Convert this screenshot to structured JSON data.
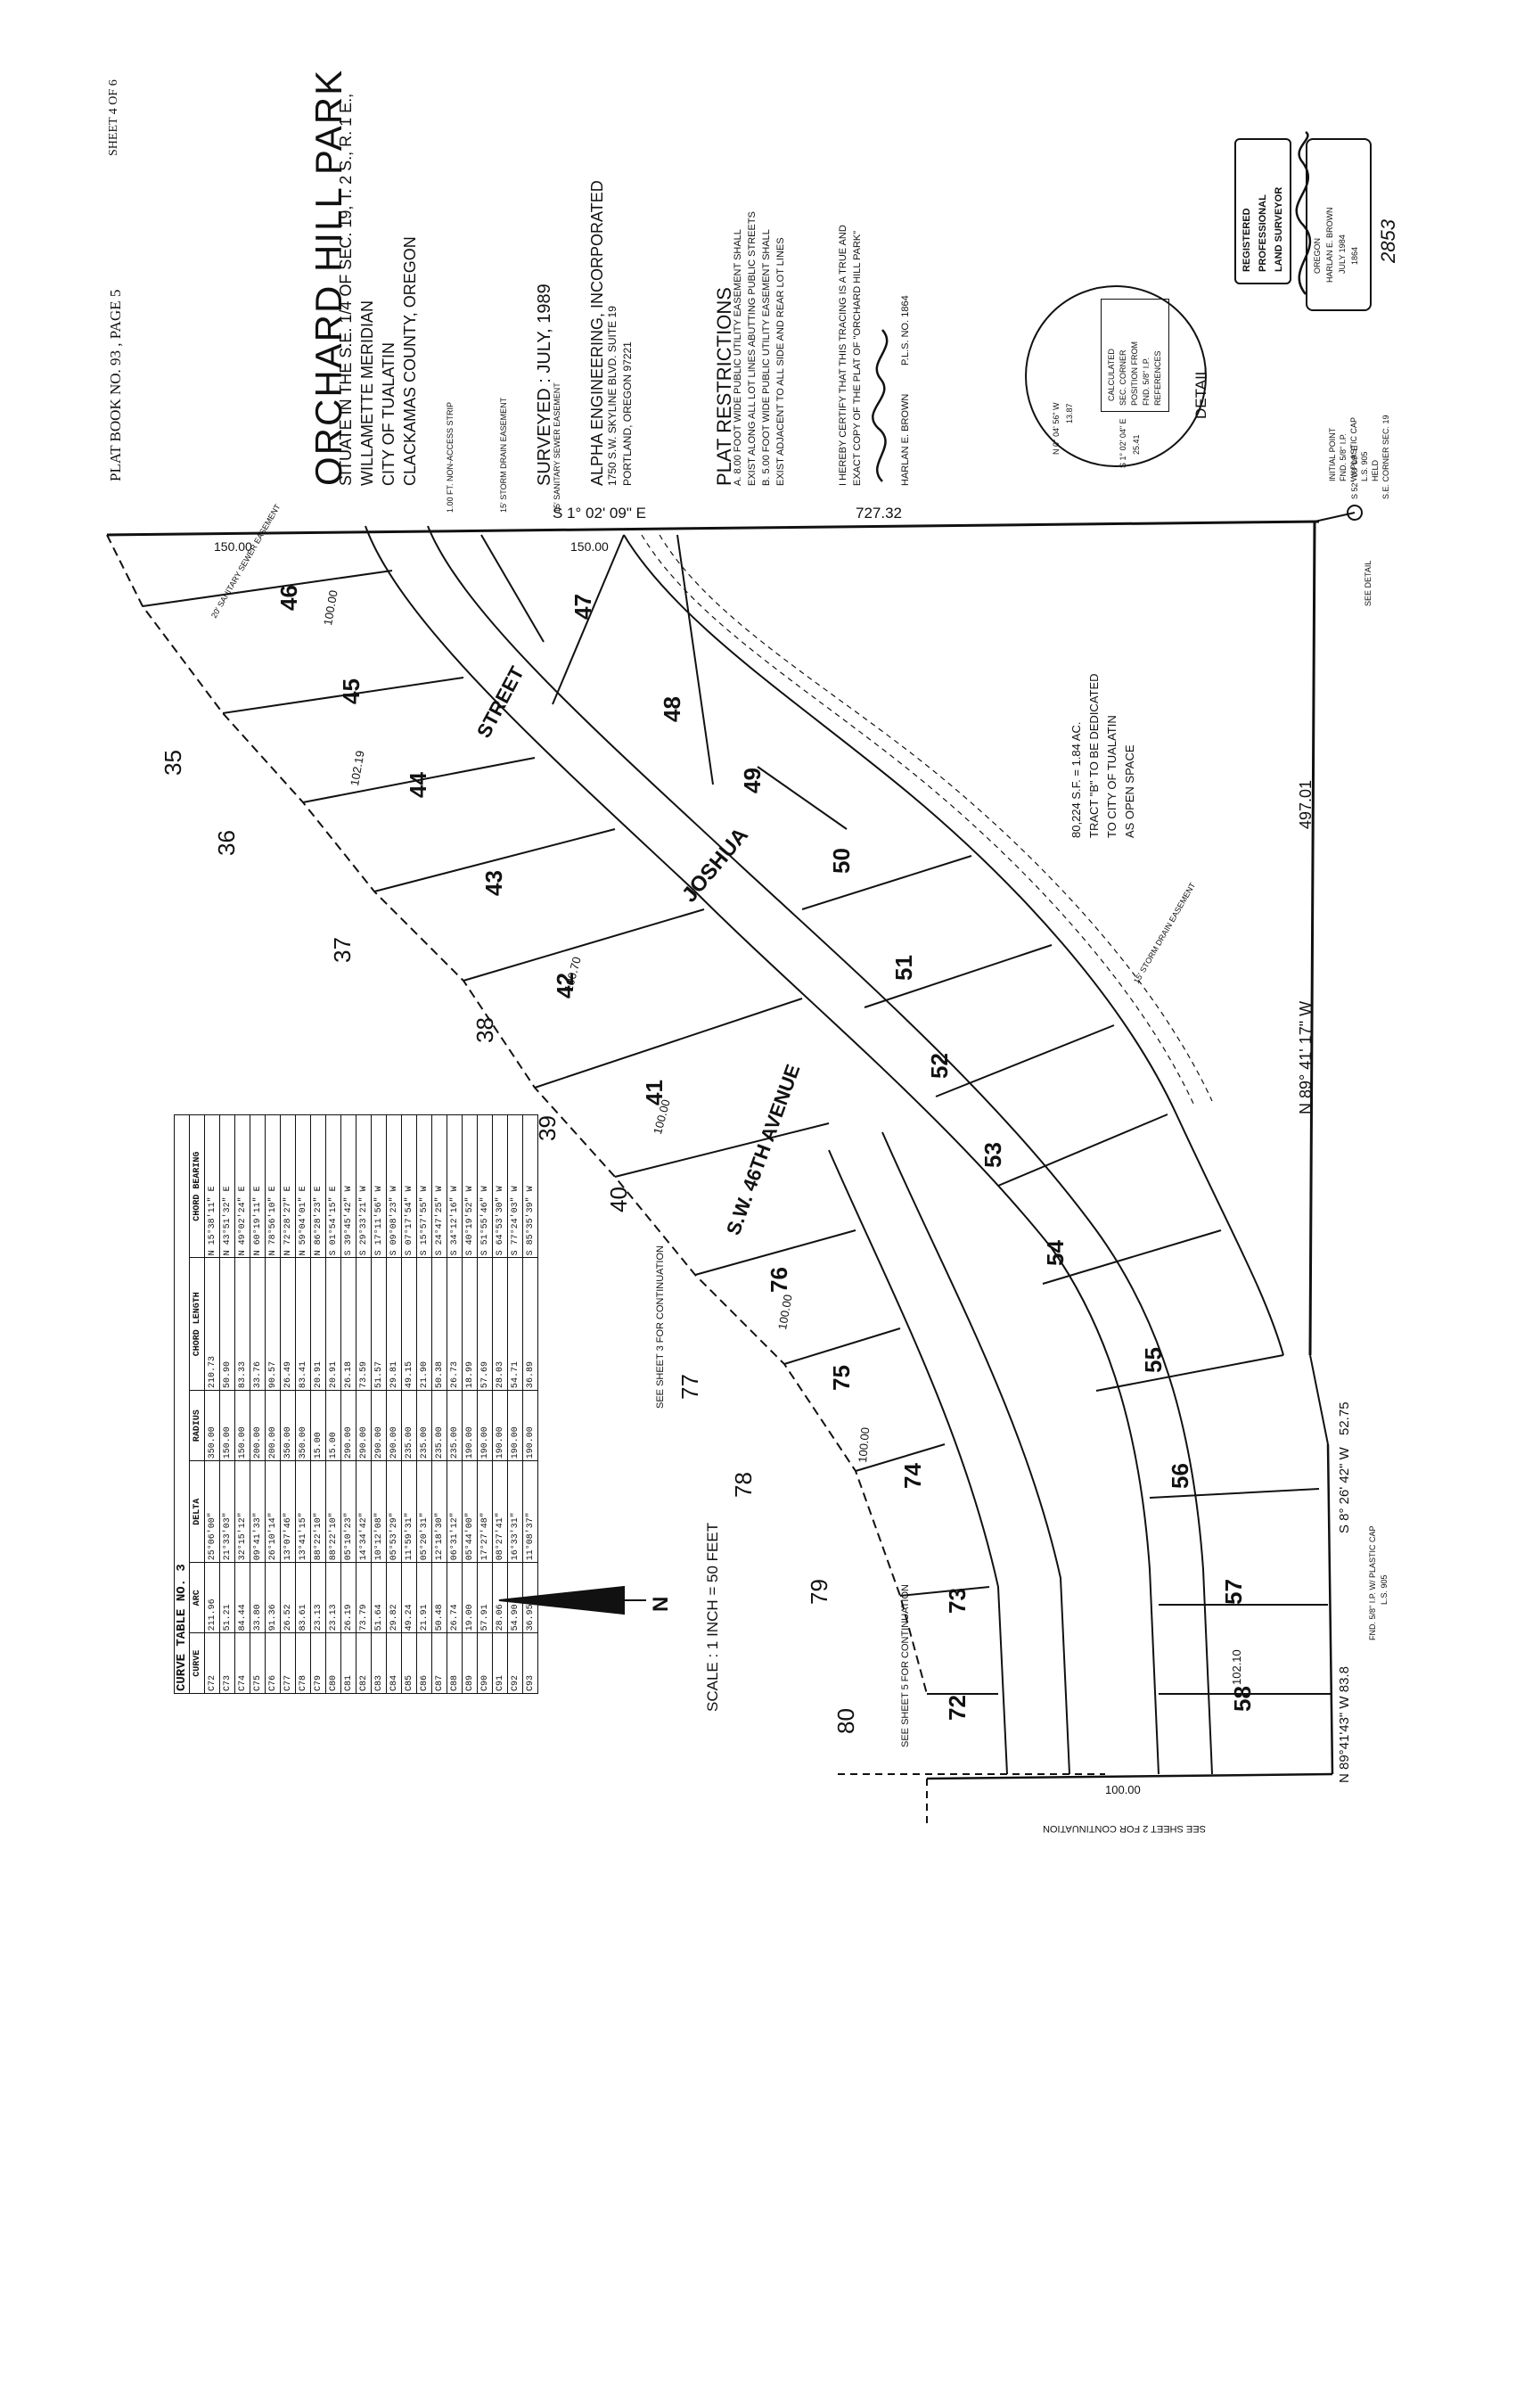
{
  "header": {
    "plat_book": "PLAT BOOK NO. 93 , PAGE 5",
    "sheet": "SHEET 4 OF 6",
    "title": "ORCHARD HILL PARK",
    "situate": [
      "SITUATE IN THE S.E. 1/4 OF SEC. 19, T. 2 S., R. 1 E.,",
      "WILLAMETTE MERIDIAN",
      "CITY OF TUALATIN",
      "CLACKAMAS COUNTY, OREGON"
    ],
    "surveyed": "SURVEYED : JULY, 1989",
    "firm": [
      "ALPHA ENGINEERING, INCORPORATED",
      "1750 S.W. SKYLINE BLVD. SUITE 19",
      "PORTLAND, OREGON 97221"
    ]
  },
  "restrictions": {
    "title": "PLAT RESTRICTIONS",
    "lines": [
      "A. 8.00 FOOT WIDE PUBLIC UTILITY EASEMENT SHALL",
      "EXIST ALONG ALL LOT LINES ABUTTING PUBLIC STREETS",
      "B. 5.00 FOOT WIDE PUBLIC UTILITY EASEMENT SHALL",
      "EXIST ADJACENT TO ALL SIDE AND REAR LOT LINES"
    ]
  },
  "certification": {
    "text": [
      "I HEREBY CERTIFY THAT THIS TRACING IS A TRUE AND",
      "EXACT COPY OF THE PLAT OF \"ORCHARD HILL PARK\""
    ],
    "name": "HARLAN E. BROWN",
    "pls": "P.L.S. NO. 1864"
  },
  "stamp": {
    "line1": "REGISTERED",
    "line2": "PROFESSIONAL",
    "line3": "LAND SURVEYOR",
    "detail": [
      "OREGON",
      "HARLAN E. BROWN",
      "JULY 1984",
      "1864"
    ],
    "number": "2853"
  },
  "detail": {
    "label": "DETAIL",
    "text": [
      "CALCULATED",
      "SEC. CORNER",
      "POSITION FROM",
      "FND. 5/8\" I.P.",
      "REFERENCES"
    ],
    "bearing1": "N 0° 04' 56\" W",
    "dist1": "13.87",
    "bearing2": "S 1° 02' 04\" E",
    "dist2": "25.41"
  },
  "boundary": {
    "east_bearing": "S 1° 02' 09\" E",
    "east_dist": "727.32",
    "south_bearing": "N 89° 41' 17\" W",
    "south_dist": "497.01",
    "bottom_bearing": "N 89°41'43\" W 83.8",
    "sw_bearing": "S 8° 26' 42\" W",
    "sw_dist": "52.75",
    "initial_point": [
      "INITIAL POINT",
      "FND. 5/8\" I.P.",
      "W/ PLASTIC CAP",
      "L.S. 905",
      "HELD"
    ],
    "se_corner": "S.E. CORNER SEC. 19",
    "se_bearing": "S 52° 08' 09\" E",
    "see_detail": "SEE DETAIL",
    "fnd_bottom": [
      "FND. 5/8\" I.P. W/ PLASTIC CAP",
      "L.S. 905"
    ]
  },
  "streets": {
    "joshua_a": "JOSHUA",
    "joshua_b": "STREET",
    "avenue": "S.W. 46TH AVENUE"
  },
  "tract": [
    "TRACT \"B\" TO BE DEDICATED",
    "TO CITY OF TUALATIN",
    "AS OPEN SPACE",
    "80,224 S.F. = 1.84 AC."
  ],
  "lots": [
    "46",
    "45",
    "44",
    "43",
    "42",
    "41",
    "47",
    "48",
    "49",
    "50",
    "51",
    "52",
    "53",
    "54",
    "55",
    "56",
    "57",
    "58",
    "72",
    "73",
    "74",
    "75",
    "76"
  ],
  "adjacent_lots": [
    "35",
    "36",
    "37",
    "38",
    "39",
    "40",
    "77",
    "78",
    "79",
    "80"
  ],
  "notes": {
    "sheet3": "SEE SHEET 3 FOR CONTINUATION",
    "sheet5": "SEE SHEET 5 FOR CONTINUATION",
    "sheet2": "SEE SHEET 2 FOR CONTINUATION",
    "noaccess": "1.00 FT. NON-ACCESS STRIP",
    "storm1": "15' STORM DRAIN EASEMENT",
    "sewer1": "15' SANITARY SEWER EASEMENT",
    "sewer2": "20' SANITARY SEWER EASEMENT",
    "storm2": "15' STORM DRAIN EASEMENT"
  },
  "dims": {
    "d150a": "150.00",
    "d150b": "150.00",
    "d100a": "100.00",
    "d102": "102.19",
    "d100b": "100.70",
    "d100c": "100.00",
    "d100d": "100.00",
    "d100e": "100.00",
    "d102b": "102.10",
    "d100f": "100.00"
  },
  "scale": "SCALE : 1 INCH = 50 FEET",
  "north": "N",
  "curve_table": {
    "title": "CURVE TABLE NO. 3",
    "columns": [
      "CURVE",
      "ARC",
      "DELTA",
      "RADIUS",
      "CHORD LENGTH",
      "CHORD BEARING"
    ],
    "rows": [
      [
        "C72",
        "211.96",
        "25°06'00\"",
        "350.00",
        "210.73",
        "N 15°38'11\" E"
      ],
      [
        "C73",
        "51.21",
        "21°33'03\"",
        "150.00",
        "50.90",
        "N 43°51'32\" E"
      ],
      [
        "C74",
        "84.44",
        "32°15'12\"",
        "150.00",
        "83.33",
        "N 49°02'24\" E"
      ],
      [
        "C75",
        "33.80",
        "09°41'33\"",
        "200.00",
        "33.76",
        "N 60°19'11\" E"
      ],
      [
        "C76",
        "91.36",
        "26°10'14\"",
        "200.00",
        "90.57",
        "N 78°56'10\" E"
      ],
      [
        "C77",
        "26.52",
        "13°07'46\"",
        "350.00",
        "26.49",
        "N 72°28'27\" E"
      ],
      [
        "C78",
        "83.61",
        "13°41'15\"",
        "350.00",
        "83.41",
        "N 59°04'01\" E"
      ],
      [
        "C79",
        "23.13",
        "88°22'10\"",
        "15.00",
        "20.91",
        "N 86°28'23\" E"
      ],
      [
        "C80",
        "23.13",
        "88°22'10\"",
        "15.00",
        "20.91",
        "S 01°54'15\" E"
      ],
      [
        "C81",
        "26.19",
        "05°10'23\"",
        "290.00",
        "26.18",
        "S 39°45'42\" W"
      ],
      [
        "C82",
        "73.79",
        "14°34'42\"",
        "290.00",
        "73.59",
        "S 29°33'21\" W"
      ],
      [
        "C83",
        "51.64",
        "10°12'08\"",
        "290.00",
        "51.57",
        "S 17°11'56\" W"
      ],
      [
        "C84",
        "29.82",
        "05°53'29\"",
        "290.00",
        "29.81",
        "S 09°08'23\" W"
      ],
      [
        "C85",
        "49.24",
        "11°59'31\"",
        "235.00",
        "49.15",
        "S 07°17'54\" W"
      ],
      [
        "C86",
        "21.91",
        "05°20'31\"",
        "235.00",
        "21.90",
        "S 15°57'55\" W"
      ],
      [
        "C87",
        "50.48",
        "12°18'30\"",
        "235.00",
        "50.38",
        "S 24°47'25\" W"
      ],
      [
        "C88",
        "26.74",
        "06°31'12\"",
        "235.00",
        "26.73",
        "S 34°12'16\" W"
      ],
      [
        "C89",
        "19.00",
        "05°44'00\"",
        "190.00",
        "18.99",
        "S 40°19'52\" W"
      ],
      [
        "C90",
        "57.91",
        "17°27'48\"",
        "190.00",
        "57.69",
        "S 51°55'46\" W"
      ],
      [
        "C91",
        "28.06",
        "08°27'41\"",
        "190.00",
        "28.03",
        "S 64°53'30\" W"
      ],
      [
        "C92",
        "54.90",
        "16°33'31\"",
        "190.00",
        "54.71",
        "S 77°24'03\" W"
      ],
      [
        "C93",
        "36.95",
        "11°08'37\"",
        "190.00",
        "36.89",
        "S 85°35'39\" W"
      ]
    ]
  }
}
